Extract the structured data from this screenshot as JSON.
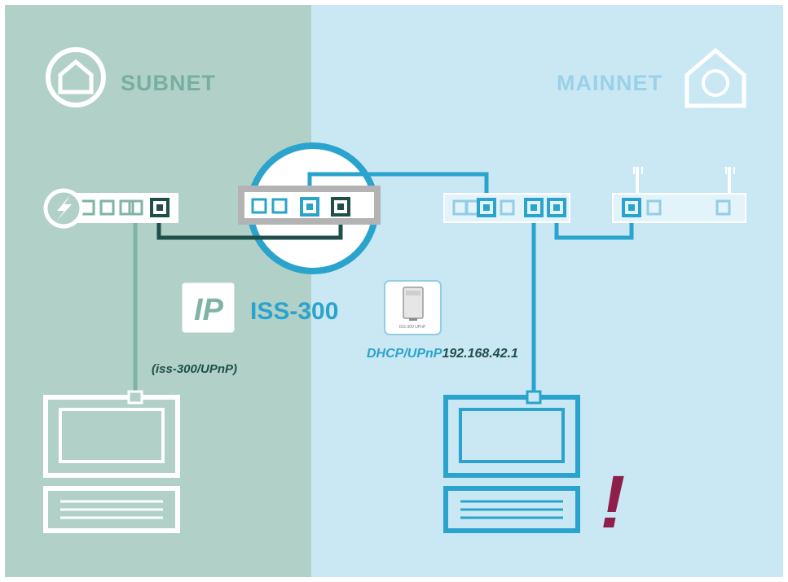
{
  "zones": {
    "subnet": {
      "label": "SUBNET"
    },
    "mainnet": {
      "label": "MAINNET"
    }
  },
  "device": {
    "ip_badge": "IP",
    "name": "ISS-300",
    "device_caption": "ISS-300 UPnP"
  },
  "labels": {
    "subnet_hostname": "(iss-300/UPnP)",
    "mainnet_protocol": "DHCP/UPnP",
    "mainnet_ip": "192.168.42.1"
  },
  "warning_mark": "!",
  "colors": {
    "subnet_bg": "#b1d0c7",
    "mainnet_bg": "#c9e8f4",
    "subnet_accent": "#7fb3a6",
    "subnet_cable": "#1e4f4a",
    "mainnet_accent": "#2aa3cd",
    "mainnet_light": "#92cde6",
    "device_gray": "#b3b3b3",
    "warning": "#8e1f4b"
  },
  "icons": {
    "subnet_zone": "house-icon",
    "mainnet_zone": "house-circle-icon",
    "modem": "lightning-icon",
    "device": "server-tower-icon",
    "client": "computer-icon"
  }
}
